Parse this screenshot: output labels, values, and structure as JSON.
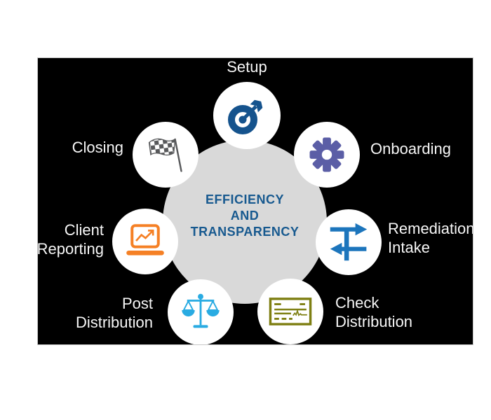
{
  "diagram": {
    "background_color": "#000000",
    "label_color": "#F7F7F7",
    "center": {
      "lines": [
        "EFFICIENCY",
        "AND",
        "TRANSPARENCY"
      ],
      "text_color": "#17598F",
      "circle_color": "#D9D9D9"
    },
    "nodes": [
      {
        "name": "setup",
        "label_lines": [
          "Setup"
        ],
        "icon": "target-dart-icon",
        "icon_color": "#15538D"
      },
      {
        "name": "onboarding",
        "label_lines": [
          "Onboarding"
        ],
        "icon": "gear-icon",
        "icon_color": "#5B5EA6"
      },
      {
        "name": "remediation-intake",
        "label_lines": [
          "Remediation",
          "Intake"
        ],
        "icon": "transfer-arrows-icon",
        "icon_color": "#1C75BC"
      },
      {
        "name": "check-distribution",
        "label_lines": [
          "Check",
          "Distribution"
        ],
        "icon": "bank-check-icon",
        "icon_color": "#7E7F12"
      },
      {
        "name": "post-distribution",
        "label_lines": [
          "Post",
          "Distribution"
        ],
        "icon": "balance-scale-icon",
        "icon_color": "#29ABE2"
      },
      {
        "name": "client-reporting",
        "label_lines": [
          "Client",
          "Reporting"
        ],
        "icon": "laptop-chart-icon",
        "icon_color": "#F58025"
      },
      {
        "name": "closing",
        "label_lines": [
          "Closing"
        ],
        "icon": "checkered-flag-icon",
        "icon_color": "#58595B"
      }
    ]
  }
}
